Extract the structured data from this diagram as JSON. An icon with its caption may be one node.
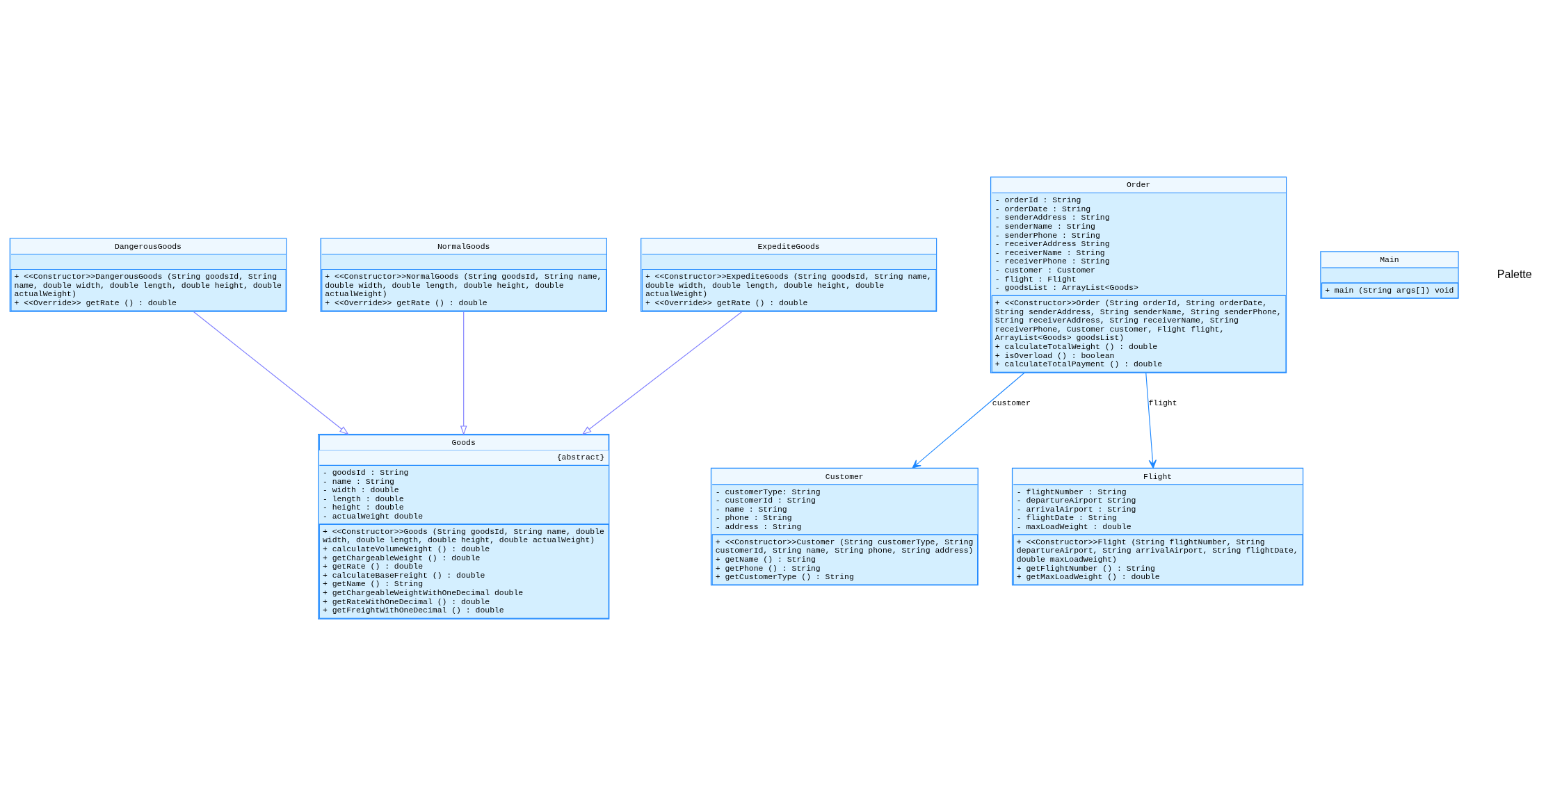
{
  "diagram": {
    "nodes": [
      {
        "text": [
          "DangerousGoods",
          "+ <<Constructor>>DangerousGoods (String goodsId, String name, double width, double length, double height, double actualWeight)",
          "+ <<Override>> getRate () : double"
        ]
      },
      {
        "text": [
          "Order",
          "- orderId : String",
          "- orderDate : String",
          "- senderAddress : String",
          "- senderName : String",
          "- senderPhone : String",
          "- receiverAddress String",
          "- receiverName : String",
          "- receiverPhone : String",
          "- customer : Customer",
          "- flight : Flight",
          "- goodsList : ArrayList<Goods>",
          "+ <<Constructor>>Order (String orderId, String orderDate, String senderAddress, String senderName, String senderPhone, String receiverAddress, String receiverName, String receiverPhone, Customer customer, Flight flight, ArrayList<Goods> goodsList)",
          "+ calculateTotalWeight () : double",
          "+ isOverload () : boolean",
          "+ calculateTotalPayment () : double"
        ]
      },
      {
        "text": [
          "Goods",
          "{abstract}",
          "- goodsId : String",
          "- name : String",
          "- width : double",
          "- length : double",
          "- height : double",
          "- actualWeight double",
          "+ <<Constructor>>Goods (String goodsId, String name, double width, double length, double height, double actualWeight)",
          "+ calculateVolumeWeight () : double",
          "+ getChargeableWeight () : double",
          "+ getRate () : double",
          "+ calculateBaseFreight () : double",
          "+ getName () : String",
          "+ getChargeableWeightWithOneDecimal double",
          "+ getRateWithOneDecimal () : double",
          "+ getFreightWithOneDecimal () : double"
        ]
      },
      {
        "text": [
          "NormalGoods",
          "+ <<Constructor>>NormalGoods (String goodsId, String name, double width, double length, double height, double actualWeight)",
          "+ <<Override>> getRate () : double"
        ]
      },
      {
        "text": [
          "Customer",
          "- customerType: String",
          "- customerId : String",
          "- name : String",
          "- phone : String",
          "- address : String",
          "+ <<Constructor>>Customer (String customerType, String customerId, String name, String phone, String address)",
          "+ getName () : String",
          "+ getPhone () : String",
          "+ getCustomerType () : String"
        ]
      },
      {
        "text": [
          "Flight",
          "- flightNumber : String",
          "- departureAirport String",
          "- arrivalAirport : String",
          "- flightDate : String",
          "- maxLoadWeight : double",
          "+ <<Constructor>>Flight (String flightNumber, String departureAirport, String arrivalAirport, String flightDate, double maxLoadWeight)",
          "+ getFlightNumber () : String",
          "+ getMaxLoadWeight () : double"
        ]
      },
      {
        "text": [
          "ExpediteGoods",
          "+ <<Constructor>>ExpediteGoods (String goodsId, String name, double width, double length, double height, double actualWeight)",
          "+ <<Override>> getRate () : double"
        ]
      },
      {
        "text": [
          "Main",
          "+ main (String args[]) void"
        ]
      }
    ],
    "edges": [
      {
        "from": 0,
        "to": 2,
        "arrow": "to"
      },
      {
        "from": 3,
        "to": 2,
        "arrow": "to"
      },
      {
        "from": 6,
        "to": 2,
        "arrow": "to"
      },
      {
        "from": 1,
        "to": 4,
        "arrow": "to",
        "label": "customer",
        "color": "#1e88ff"
      },
      {
        "from": 1,
        "to": 5,
        "arrow": "to",
        "label": "flight",
        "color": "#1e88ff"
      }
    ],
    "labels": [
      "Palette"
    ]
  }
}
